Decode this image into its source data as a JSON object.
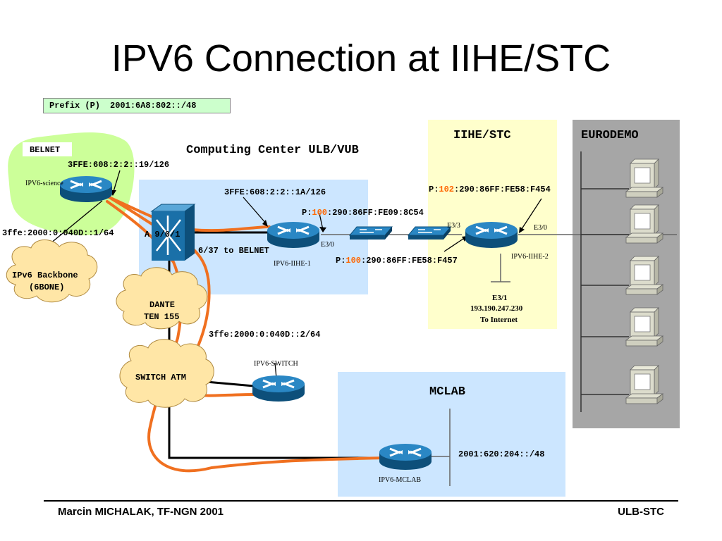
{
  "title": "IPV6 Connection at IIHE/STC",
  "prefix": {
    "label": "Prefix (P)",
    "value": "2001:6A8:802::/48"
  },
  "regions": {
    "belnet": "BELNET",
    "computing_center": "Computing Center ULB/VUB",
    "iihe": "IIHE/STC",
    "eurodemo": "EURODEMO",
    "mclab": "MCLAB"
  },
  "clouds": {
    "backbone_line1": "IPv6 Backbone",
    "backbone_line2": "(6BONE)",
    "dante_line1": "DANTE",
    "dante_line2": "TEN 155",
    "switch_atm": "SWITCH ATM"
  },
  "routers": {
    "science": "IPV6-science",
    "iihe1": "IPV6-IIHE-1",
    "iihe2": "IPV6-IIHE-2",
    "switch": "IPV6-SWITCH",
    "mclab": "IPV6-MCLAB"
  },
  "addresses": {
    "science_addr": "3FFE:608:2:2::19/126",
    "sixbone_addr": "3ffe:2000:0:040D::1/64",
    "iihe1_addr": "3FFE:608:2:2::1A/126",
    "switch_addr": "3ffe:2000:0:040D::2/64",
    "mclab_prefix": "2001:620:204::/48",
    "atm_port": "A 9/0/1",
    "belnet_vc": "6/37 to BELNET"
  },
  "prefixed": {
    "p_label": "P:",
    "iihe1_top_num": "100",
    "iihe1_top_rest": ":290:86FF:FE09:8C54",
    "iihe1_bottom_num": "100",
    "iihe1_bottom_rest": ":290:86FF:FE58:F457",
    "iihe2_num": "102",
    "iihe2_rest": ":290:86FF:FE58:F454",
    "accent_color": "#ff6600"
  },
  "interfaces": {
    "iihe1_e30": "E3/0",
    "iihe2_e33": "E3/3",
    "iihe2_e30": "E3/0",
    "e31_label": "E3/1",
    "e31_ip": "193.190.247.230",
    "e31_to": "To Internet"
  },
  "footer": {
    "left": "Marcin MICHALAK, TF-NGN 2001",
    "right": "ULB-STC"
  },
  "colors": {
    "router_fill": "#1a70a8",
    "link_orange": "#f07020",
    "belnet_green": "#ccff99",
    "cc_blue": "#cce6ff",
    "iihe_yellow": "#ffffcc",
    "eurodemo_gray": "#a6a6a6",
    "cloud_fill": "#ffe6a6"
  }
}
